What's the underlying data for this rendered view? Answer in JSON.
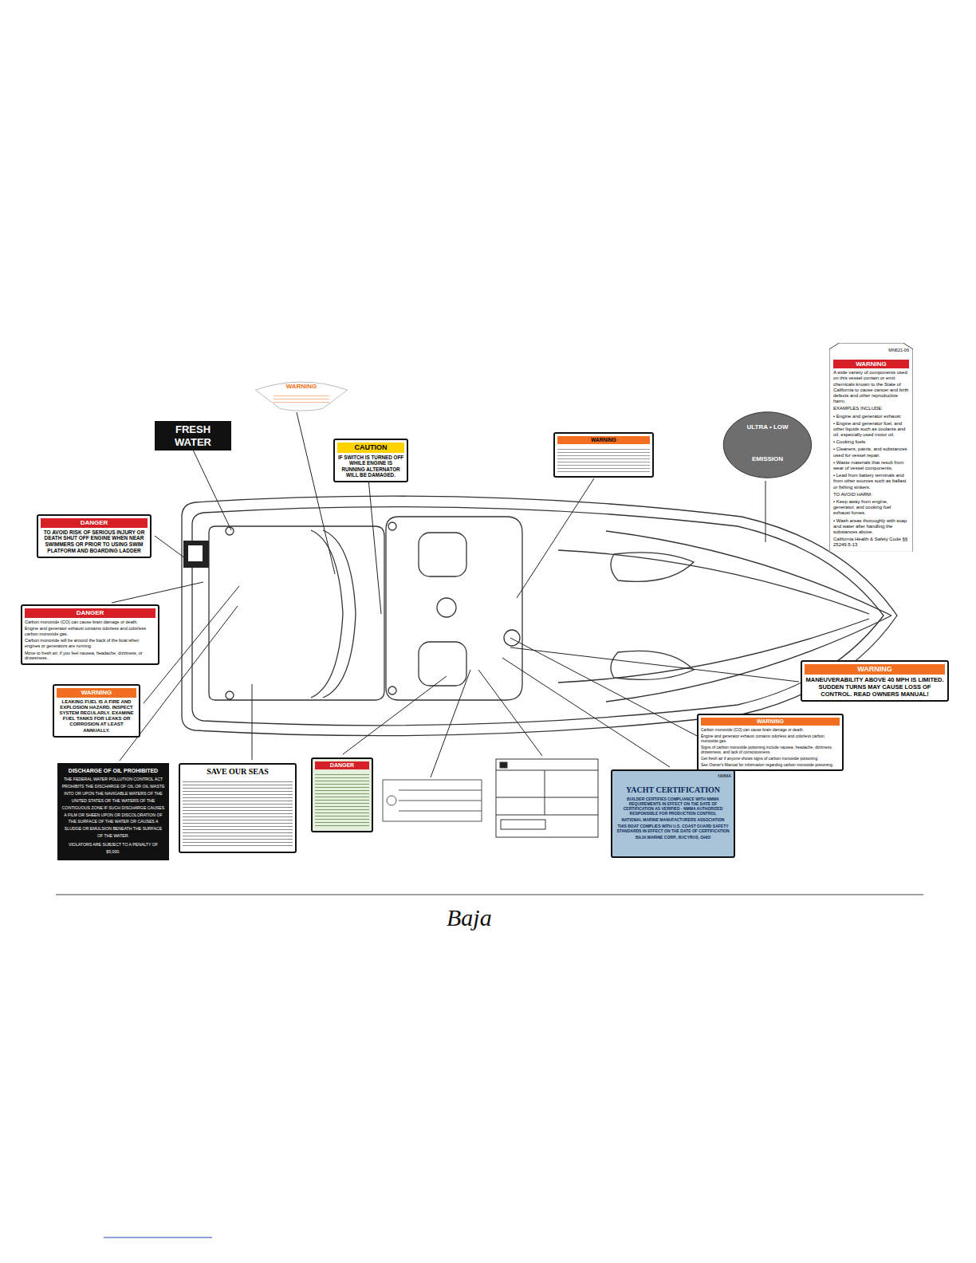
{
  "diagram": {
    "nodes": [
      {
        "text": [
          "FRESH WATER"
        ]
      },
      {
        "text": [
          "WARNING"
        ]
      },
      {
        "text": [
          "CAUTION",
          "IF SWITCH IS TURNED OFF WHILE ENGINE IS RUNNING ALTERNATOR WILL BE DAMAGED."
        ]
      },
      {
        "text": [
          "WARNING"
        ]
      },
      {
        "text": [
          "ULTRA • LOW",
          "EMISSION"
        ]
      },
      {
        "text": [
          "MN621-06",
          "WARNING",
          "A wide variety of components used on this vessel contain or emit chemicals known to the State of California to cause cancer and birth defects and other reproductive harm.",
          "EXAMPLES INCLUDE:",
          "• Engine and generator exhaust",
          "• Engine and generator fuel, and other liquids such as coolants and oil, especially used motor oil.",
          "• Cooking fuels.",
          "• Cleaners, paints, and substances used for vessel repair.",
          "• Waste materials that result from wear of vessel components.",
          "• Lead from battery terminals and from other sources such as ballast or fishing sinkers.",
          "TO AVOID HARM:",
          "• Keep away from engine, generator, and cooking fuel exhaust fumes.",
          "• Wash areas thoroughly with soap and water after handling the substances above.",
          "California Health & Safety Code §§ 25249.5-13"
        ]
      },
      {
        "text": [
          "DANGER",
          "TO AVOID RISK OF SERIOUS INJURY OR DEATH SHUT OFF ENGINE WHEN NEAR SWIMMERS OR PRIOR TO USING SWIM PLATFORM AND BOARDING LADDER"
        ]
      },
      {
        "text": [
          "DANGER",
          "Carbon monoxide (CO) can cause brain damage or death.",
          "Engine and generator exhaust contains odorless and colorless carbon monoxide gas.",
          "Carbon monoxide will be around the back of the boat when engines or generators are running.",
          "Move to fresh air, if you feel nausea, headache, dizziness, or drowsiness."
        ]
      },
      {
        "text": [
          "WARNING",
          "LEAKING FUEL IS A FIRE AND EXPLOSION HAZARD. INSPECT SYSTEM REGULARLY. EXAMINE FUEL TANKS FOR LEAKS OR CORROSION AT LEAST ANNUALLY."
        ]
      },
      {
        "text": [
          "WARNING",
          "MANEUVERABILITY ABOVE 40 MPH IS LIMITED. SUDDEN TURNS MAY CAUSE LOSS OF CONTROL. READ OWNERS MANUAL!"
        ]
      },
      {
        "text": [
          "WARNING",
          "Carbon monoxide (CO) can cause brain damage or death.",
          "Engine and generator exhaust contains odorless and colorless carbon monoxide gas.",
          "Signs of carbon monoxide poisoning include nausea, headache, dizziness, drowsiness, and lack of consciousness.",
          "Get fresh air if anyone shows signs of carbon monoxide poisoning.",
          "See Owner's Manual for information regarding carbon monoxide poisoning."
        ]
      },
      {
        "text": [
          "DISCHARGE OF OIL PROHIBITED",
          "THE FEDERAL WATER POLLUTION CONTROL ACT PROHIBITS THE DISCHARGE OF OIL OR OIL WASTE INTO OR UPON THE NAVIGABLE WATERS OF THE UNITED STATES OR THE WATERS OF THE CONTIGUOUS ZONE IF SUCH DISCHARGE CAUSES A FILM OR SHEEN UPON OR DISCOLORATION OF THE SURFACE OF THE WATER OR CAUSES A SLUDGE OR EMULSION BENEATH THE SURFACE OF THE WATER.",
          "VIOLATORS ARE SUBJECT TO A PENALTY OF $5,000."
        ]
      },
      {
        "text": [
          "SAVE OUR SEAS"
        ]
      },
      {
        "text": [
          "DANGER"
        ]
      },
      {
        "text": [
          "NMMA",
          "YACHT CERTIFICATION",
          "BUILDER CERTIFIES COMPLIANCE WITH NMMA REQUIREMENTS IN EFFECT ON THE DATE OF CERTIFICATION AS VERIFIED - NMMA AUTHORIZED RESPONSIBLE FOR PRODUCTION CONTROL",
          "NATIONAL MARINE MANUFACTURERS ASSOCIATION",
          "THIS BOAT COMPLIES WITH U.S. COAST GUARD SAFETY STANDARDS IN EFFECT ON THE DATE OF CERTIFICATION",
          "BAJA MARINE CORP., BUCYRUS, OHIO"
        ]
      }
    ],
    "labels": [
      "Baja"
    ]
  }
}
